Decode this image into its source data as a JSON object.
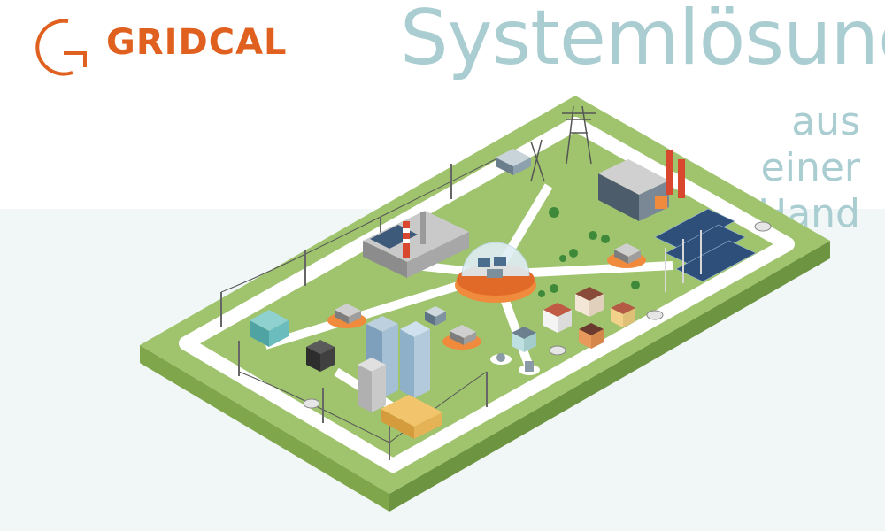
{
  "brand": {
    "name": "GRIDCAL",
    "color": "#e0601f"
  },
  "headline": {
    "title": "Systemlösung",
    "line1": "aus",
    "line2": "einer",
    "line3": "Hand",
    "color": "#a9cdd1"
  },
  "illustration": {
    "ground_color": "#9fc46d",
    "road_color": "#ffffff",
    "accent_color": "#f08a3c"
  }
}
